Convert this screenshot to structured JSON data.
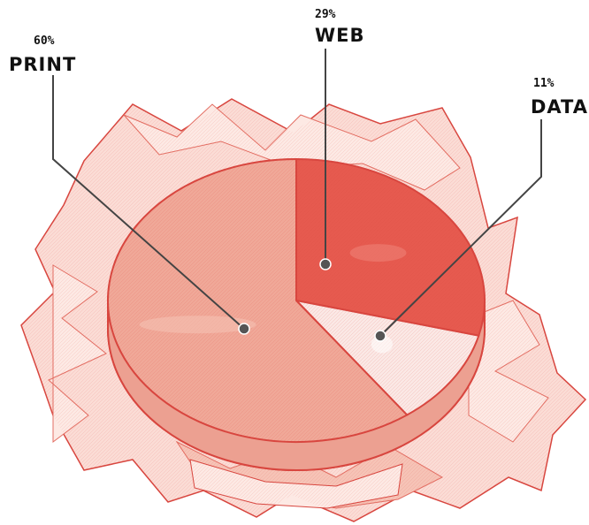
{
  "chart_data": {
    "type": "pie",
    "title": "",
    "slices": [
      {
        "name": "PRINT",
        "value": 60,
        "label": "60%",
        "color": "#f0a898",
        "highlight": "#f6c3b6"
      },
      {
        "name": "WEB",
        "value": 29,
        "label": "29%",
        "color": "#e65a4f",
        "highlight": "#ee857a"
      },
      {
        "name": "DATA",
        "value": 11,
        "label": "11%",
        "color": "#fbe8e5",
        "highlight": "#ffffff"
      }
    ],
    "unit": "%"
  },
  "colors": {
    "outline": "#d8463f",
    "paper": "#f7cfc7",
    "paper_light": "#fde9e4",
    "ink": "#111111",
    "leader": "#444444"
  }
}
